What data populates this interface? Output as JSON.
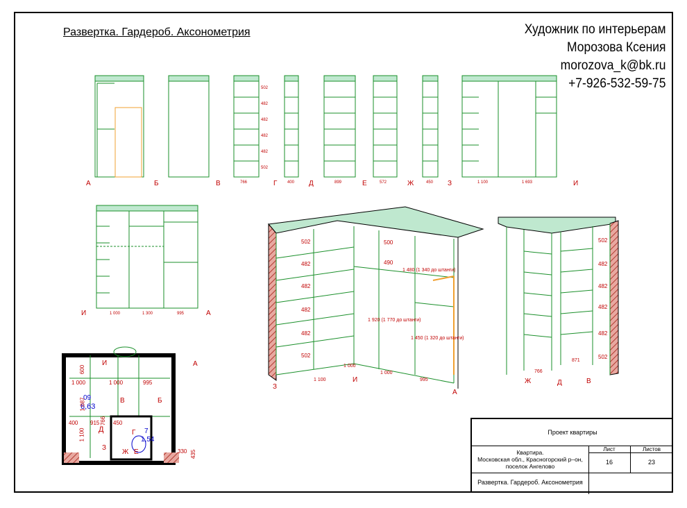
{
  "sheet": {
    "title": "Развертка. Гардероб. Аксонометрия"
  },
  "author": {
    "role": "Художник по интерьерам",
    "name": "Морозова Ксения",
    "email": "morozova_k@bk.ru",
    "phone": "+7-926-532-59-75"
  },
  "elevations": {
    "labels": [
      "А",
      "Б",
      "В",
      "Г",
      "Д",
      "Е",
      "Ж",
      "З",
      "И"
    ],
    "widths": [
      "766",
      "400",
      "899",
      "572",
      "450",
      "1 100",
      "1 693"
    ],
    "shelf_dims": [
      "502",
      "482",
      "482",
      "482",
      "482",
      "502"
    ],
    "bottom_row": {
      "labels": [
        "И",
        "А"
      ],
      "widths": [
        "1 000",
        "1 300",
        "995"
      ]
    }
  },
  "axonometry": {
    "left_dims": [
      "502",
      "482",
      "482",
      "482",
      "482",
      "502"
    ],
    "top_dims": [
      "500",
      "490"
    ],
    "notes": [
      "1 480 (1 340 до штанги)",
      "1 920 (1 770 до штанги)",
      "1 450 (1 320 до штанги)"
    ],
    "bottom_dims": [
      "1 100",
      "1 000",
      "1 000",
      "995"
    ],
    "labels": [
      "З",
      "И",
      "А"
    ]
  },
  "axonometry_right": {
    "right_dims": [
      "502",
      "482",
      "482",
      "482",
      "482",
      "502"
    ],
    "bottom_dims": [
      "871",
      "766"
    ],
    "labels": [
      "Ж",
      "Д",
      "В"
    ]
  },
  "plan": {
    "room_code": "09",
    "room_area": "6,63",
    "room2_code": "7",
    "room2_area": "1,54",
    "dims": [
      "600",
      "1 000",
      "1 000",
      "995",
      "1 087",
      "400",
      "915",
      "766",
      "450",
      "1 100",
      "330",
      "435"
    ],
    "labels": [
      "И",
      "А",
      "В",
      "Б",
      "Д",
      "Г",
      "З",
      "Ж",
      "Е"
    ]
  },
  "stamp": {
    "project": "Проект квартиры",
    "address_line1": "Квартира.",
    "address_line2": "Московская обл., Красногорский р–он,",
    "address_line3": "поселок Ангелово",
    "sheet_label": "Лист",
    "sheets_label": "Листов",
    "sheet_no": "16",
    "sheets_total": "23",
    "drawing_name": "Развертка. Гардероб. Аксонометрия"
  },
  "colors": {
    "line_green": "#1a8f2a",
    "fill_green": "#bfe8cf",
    "dim_red": "#c00000",
    "door_orange": "#f0a030",
    "brick": "#c0504d"
  }
}
